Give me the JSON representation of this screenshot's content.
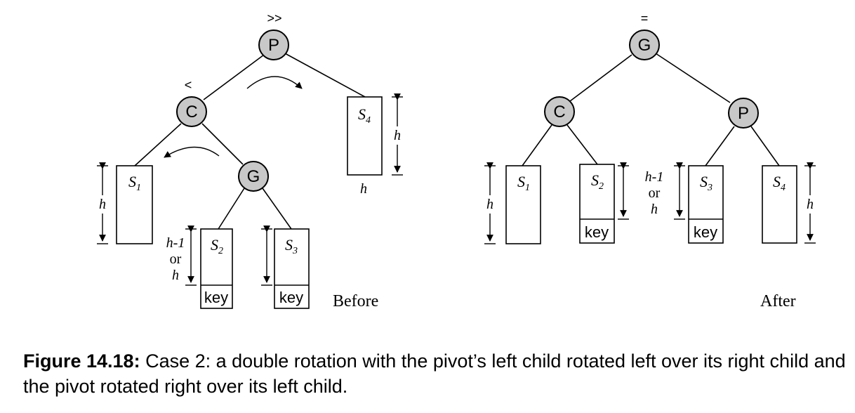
{
  "before": {
    "label": "Before",
    "nodes": {
      "P": "P",
      "C": "C",
      "G": "G"
    },
    "balance": {
      "P": ">>",
      "C": "<"
    },
    "subtrees": [
      {
        "name": "S",
        "index": "1"
      },
      {
        "name": "S",
        "index": "2"
      },
      {
        "name": "S",
        "index": "3"
      },
      {
        "name": "S",
        "index": "4"
      }
    ],
    "key": "key",
    "height": "h",
    "alt_height": {
      "line1": "h-1",
      "line2": "or",
      "line3": "h"
    }
  },
  "after": {
    "label": "After",
    "nodes": {
      "G": "G",
      "C": "C",
      "P": "P"
    },
    "balance": {
      "G": "="
    },
    "subtrees": [
      {
        "name": "S",
        "index": "1"
      },
      {
        "name": "S",
        "index": "2"
      },
      {
        "name": "S",
        "index": "3"
      },
      {
        "name": "S",
        "index": "4"
      }
    ],
    "key": "key",
    "height": "h",
    "alt_height": {
      "line1": "h-1",
      "line2": "or",
      "line3": "h"
    }
  },
  "caption": {
    "label": "Figure 14.18:",
    "text": "Case 2: a double rotation with the pivot’s left child rotated left over its right child and the pivot rotated right over its left child."
  }
}
